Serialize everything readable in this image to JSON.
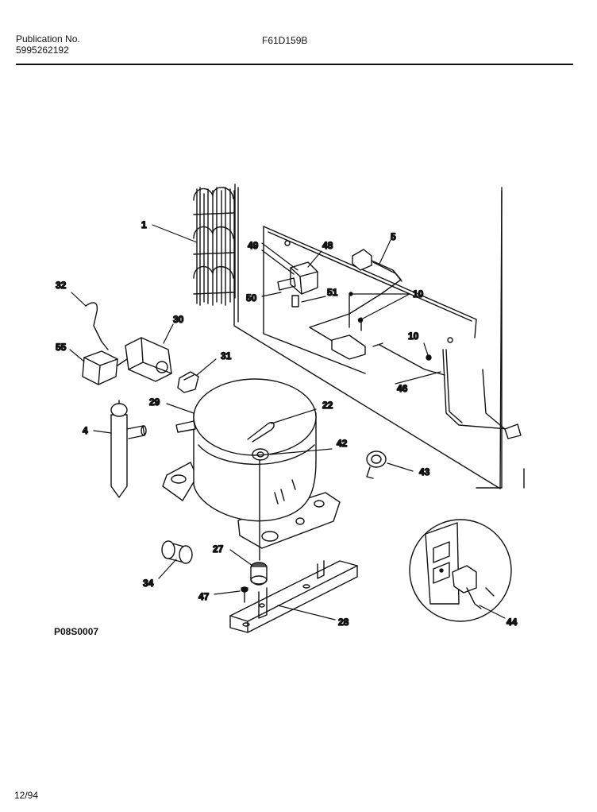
{
  "header": {
    "publication_label": "Publication No.",
    "publication_number": "5995262192",
    "model": "F61D159B"
  },
  "callouts": {
    "c1": "1",
    "c49": "49",
    "c48": "48",
    "c5": "5",
    "c50": "50",
    "c51": "51",
    "c10a": "10",
    "c10b": "10",
    "c32": "32",
    "c30": "30",
    "c55": "55",
    "c31": "31",
    "c29": "29",
    "c22": "22",
    "c4": "4",
    "c42": "42",
    "c43": "43",
    "c46": "46",
    "c27": "27",
    "c34": "34",
    "c47": "47",
    "c28": "28",
    "c44": "44"
  },
  "diagram_code": "P08S0007",
  "footer_date": "12/94"
}
